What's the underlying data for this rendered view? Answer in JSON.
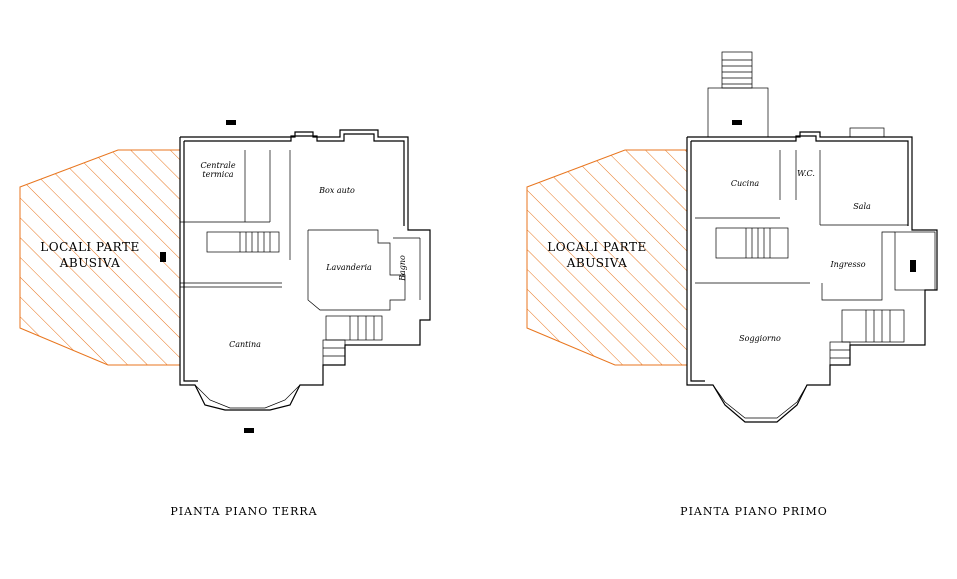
{
  "ground_floor": {
    "title": "PIANTA  PIANO  TERRA",
    "zone_label_line1": "LOCALI  PARTE",
    "zone_label_line2": "ABUSIVA",
    "rooms": {
      "centrale_line1": "Centrale",
      "centrale_line2": "termica",
      "box_auto": "Box auto",
      "lavanderia": "Lavanderia",
      "bagno": "Bagno",
      "cantina": "Cantina"
    }
  },
  "first_floor": {
    "title": "PIANTA  PIANO  PRIMO",
    "zone_label_line1": "LOCALI  PARTE",
    "zone_label_line2": "ABUSIVA",
    "rooms": {
      "cucina": "Cucina",
      "wc": "W.C.",
      "sala": "Sala",
      "ingresso": "Ingresso",
      "soggiorno": "Soggiorno"
    }
  },
  "colors": {
    "hatch": "#e8761f",
    "lines": "#000000",
    "background": "#ffffff"
  }
}
